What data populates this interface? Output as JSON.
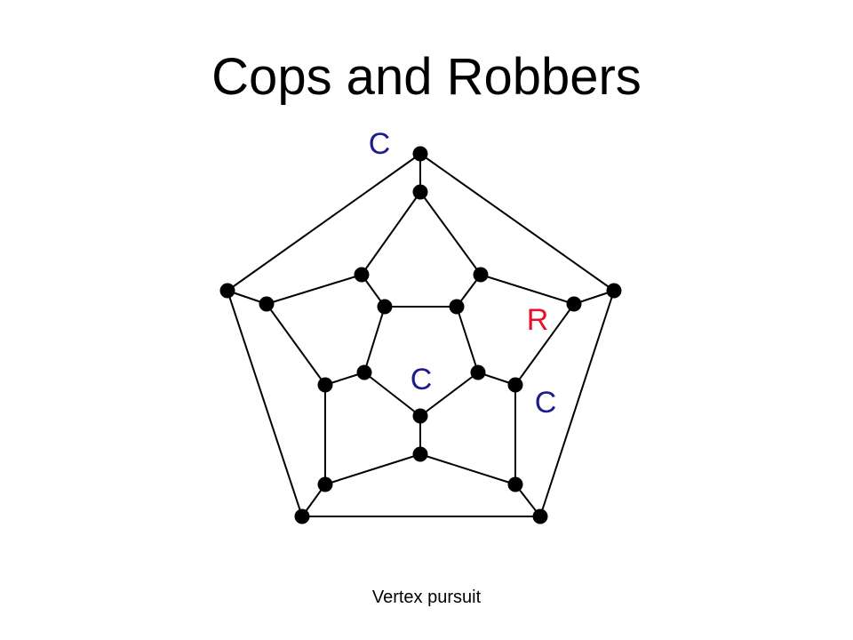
{
  "title": "Cops and Robbers",
  "footer": "Vertex pursuit",
  "colors": {
    "edge": "#000000",
    "vertex": "#000000",
    "cop": "#1c1c8c",
    "robber": "#e8112d"
  },
  "graph": {
    "vertex_ids": [
      "outer-top",
      "outer-left",
      "outer-right",
      "outer-bottom-left",
      "outer-bottom-right",
      "mid-top",
      "mid-upper-left",
      "mid-upper-right",
      "mid-left",
      "mid-right",
      "mid-lower-left",
      "mid-lower-right",
      "mid-bottom-left",
      "mid-bottom-right",
      "mid-bottom",
      "inner-top-left",
      "inner-top-right",
      "inner-left",
      "inner-right",
      "inner-bottom"
    ],
    "edges": [
      [
        "outer-top",
        "outer-left"
      ],
      [
        "outer-top",
        "outer-right"
      ],
      [
        "outer-left",
        "outer-bottom-left"
      ],
      [
        "outer-right",
        "outer-bottom-right"
      ],
      [
        "outer-bottom-left",
        "outer-bottom-right"
      ],
      [
        "outer-top",
        "mid-top"
      ],
      [
        "outer-left",
        "mid-left"
      ],
      [
        "outer-right",
        "mid-right"
      ],
      [
        "outer-bottom-left",
        "mid-bottom-left"
      ],
      [
        "outer-bottom-right",
        "mid-bottom-right"
      ],
      [
        "mid-top",
        "mid-upper-left"
      ],
      [
        "mid-top",
        "mid-upper-right"
      ],
      [
        "mid-upper-left",
        "mid-left"
      ],
      [
        "mid-upper-right",
        "mid-right"
      ],
      [
        "mid-left",
        "mid-lower-left"
      ],
      [
        "mid-right",
        "mid-lower-right"
      ],
      [
        "mid-lower-left",
        "mid-bottom-left"
      ],
      [
        "mid-lower-right",
        "mid-bottom-right"
      ],
      [
        "mid-bottom-left",
        "mid-bottom"
      ],
      [
        "mid-bottom",
        "mid-bottom-right"
      ],
      [
        "mid-upper-left",
        "inner-top-left"
      ],
      [
        "mid-upper-right",
        "inner-top-right"
      ],
      [
        "mid-lower-left",
        "inner-left"
      ],
      [
        "mid-lower-right",
        "inner-right"
      ],
      [
        "mid-bottom",
        "inner-bottom"
      ],
      [
        "inner-top-left",
        "inner-top-right"
      ],
      [
        "inner-top-right",
        "inner-right"
      ],
      [
        "inner-right",
        "inner-bottom"
      ],
      [
        "inner-bottom",
        "inner-left"
      ],
      [
        "inner-left",
        "inner-top-left"
      ]
    ]
  },
  "pieces": [
    {
      "id": "cop-top",
      "label": "C",
      "role": "cop"
    },
    {
      "id": "robber",
      "label": "R",
      "role": "robber"
    },
    {
      "id": "cop-center",
      "label": "C",
      "role": "cop"
    },
    {
      "id": "cop-right",
      "label": "C",
      "role": "cop"
    }
  ]
}
